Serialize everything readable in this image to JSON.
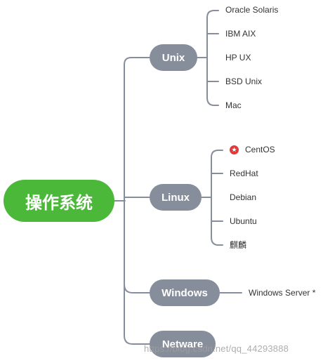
{
  "root": {
    "label": "操作系统"
  },
  "branches": [
    {
      "label": "Unix",
      "children": [
        "Oracle Solaris",
        "IBM AIX",
        "HP UX",
        "BSD Unix",
        "Mac"
      ]
    },
    {
      "label": "Linux",
      "children": [
        "CentOS",
        "RedHat",
        "Debian",
        "Ubuntu",
        "麒麟"
      ]
    },
    {
      "label": "Windows",
      "children": [
        "Windows Server *"
      ]
    },
    {
      "label": "Netware",
      "children": []
    }
  ],
  "marker": {
    "icon": "star-icon",
    "color": "#e03a3a"
  },
  "watermark": "https://blog.csdn.net/qq_44293888",
  "colors": {
    "root": "#4cb83a",
    "branch": "#878e9b",
    "line": "#878e9b"
  }
}
